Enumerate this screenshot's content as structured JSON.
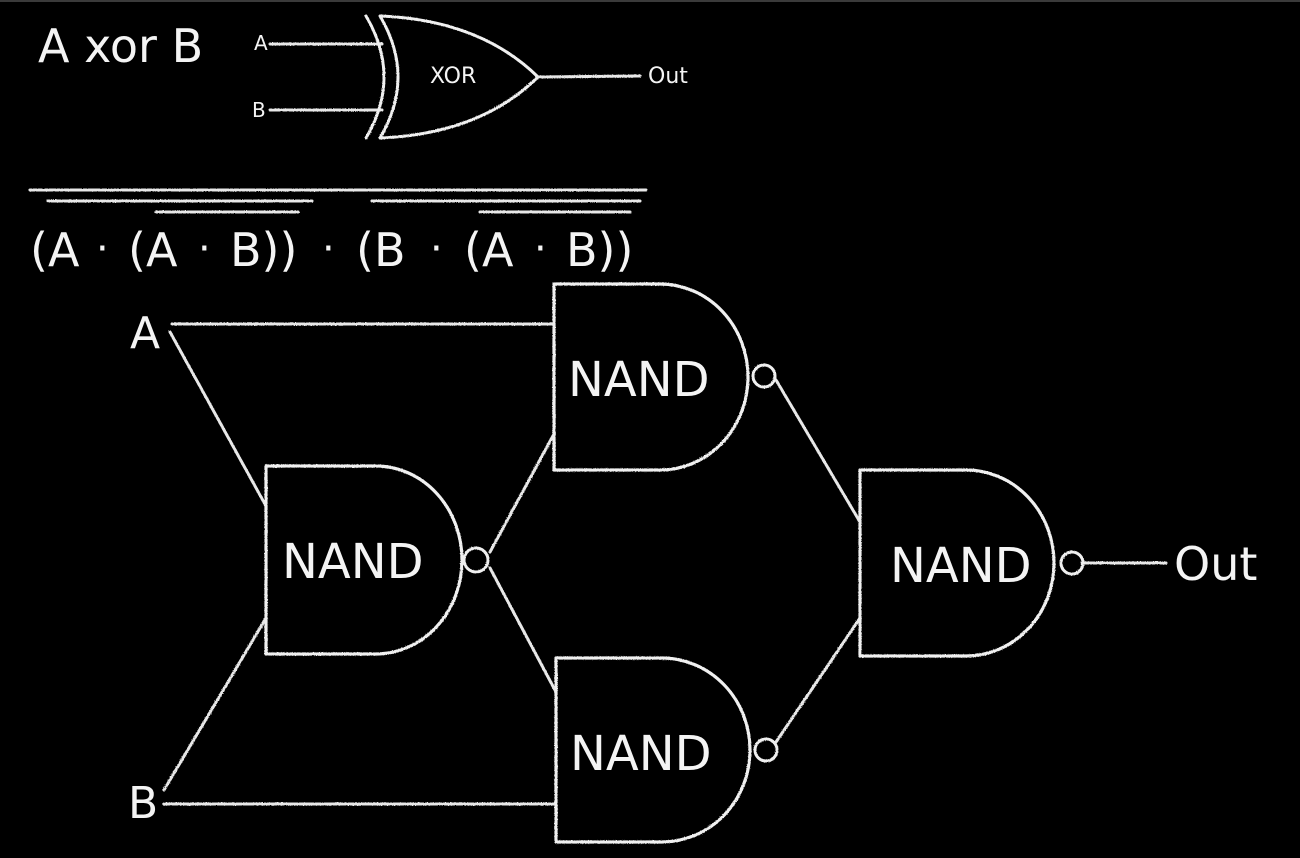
{
  "title": "A xor B",
  "xor_symbol": {
    "input_a": "A",
    "input_b": "B",
    "gate_label": "XOR",
    "output": "Out"
  },
  "expression": {
    "p1": "(A",
    "dot": "·",
    "p2": "(A",
    "p3": "B))",
    "p4": "(B",
    "p5": "(A",
    "p6": "B))"
  },
  "circuit": {
    "input_a": "A",
    "input_b": "B",
    "gate_first": "NAND",
    "gate_top": "NAND",
    "gate_bottom": "NAND",
    "gate_final": "NAND",
    "output": "Out"
  },
  "colors": {
    "background": "#000000",
    "chalk": "#f4f4f4"
  }
}
